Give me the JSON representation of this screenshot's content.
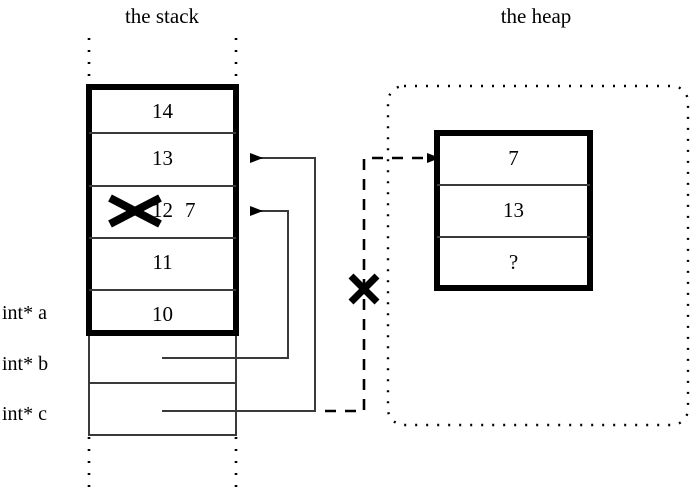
{
  "diagram": {
    "title_stack": "the stack",
    "title_heap": "the heap",
    "stack": {
      "region_label": "the stack",
      "cells": [
        {
          "value": "14",
          "struck": false
        },
        {
          "value": "13",
          "struck": false
        },
        {
          "value": "12",
          "struck": true,
          "replacement": "7"
        },
        {
          "value": "11",
          "struck": false
        },
        {
          "value": "10",
          "struck": false
        }
      ],
      "variables": [
        {
          "label": "int* a",
          "target": "stack-row-13"
        },
        {
          "label": "int* b",
          "target": "stack-row-7"
        },
        {
          "label": "int* c",
          "target": "heap-row-7"
        }
      ]
    },
    "heap": {
      "region_label": "the heap",
      "cells": [
        {
          "value": "7"
        },
        {
          "value": "13"
        },
        {
          "value": "?"
        }
      ]
    },
    "annotations": [
      {
        "name": "struck-value-mark",
        "kind": "x-mark",
        "over": "12"
      },
      {
        "name": "broken-pointer-mark",
        "kind": "x-mark",
        "over": "int* c dashed pointer"
      }
    ],
    "colors": {
      "stroke": "#000000",
      "thin_stroke": "#3a3a3a",
      "background": "#ffffff"
    }
  }
}
